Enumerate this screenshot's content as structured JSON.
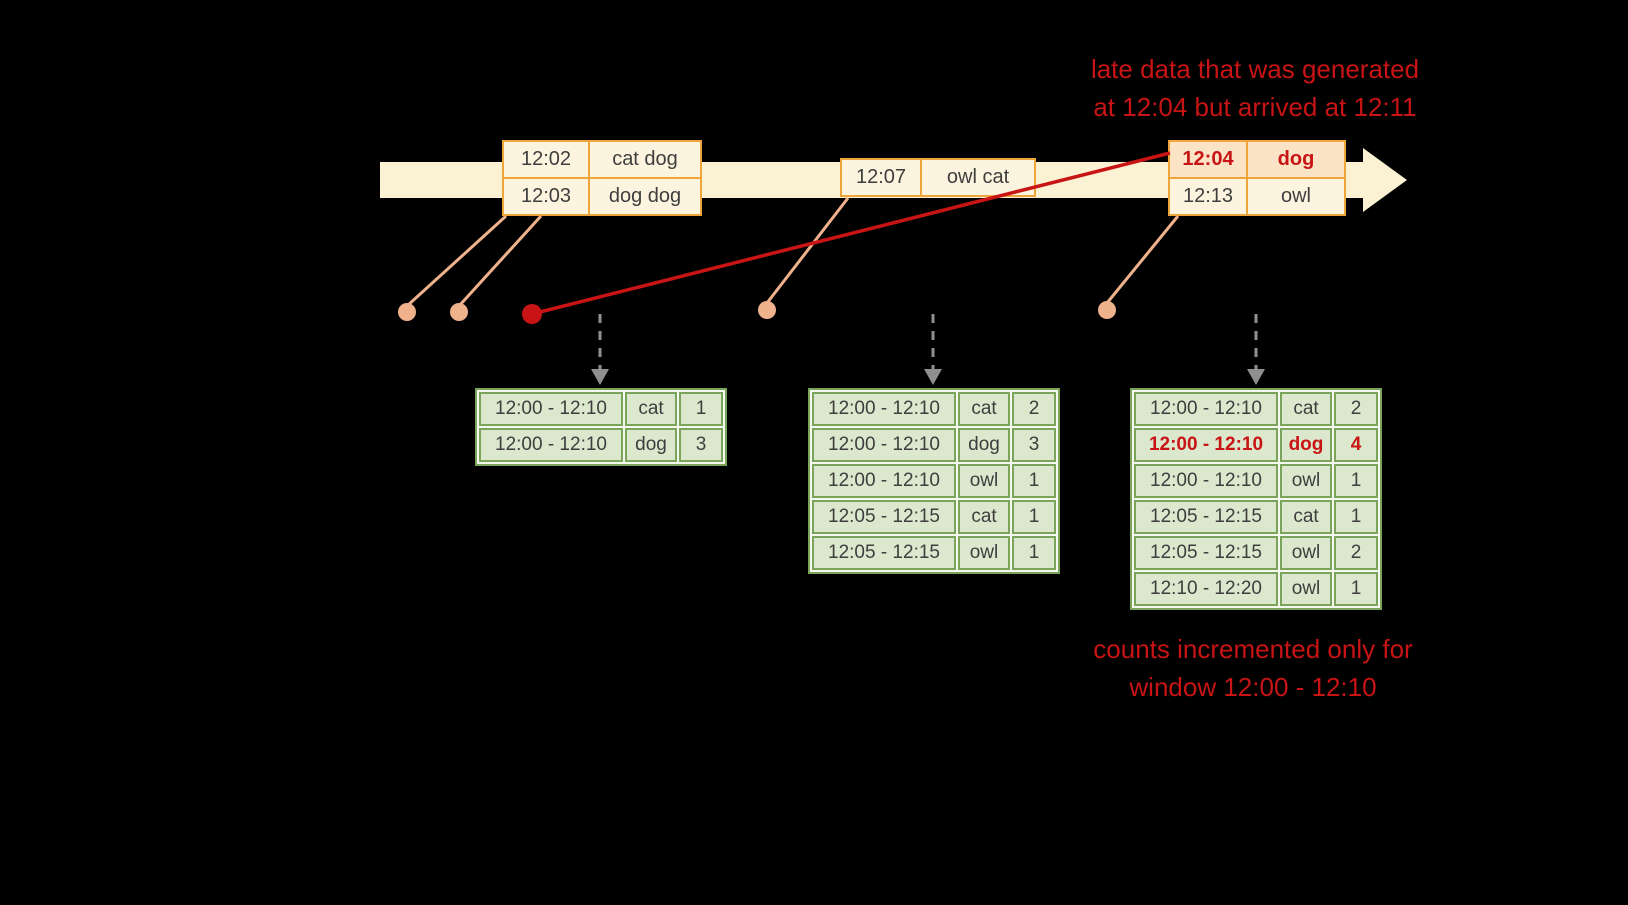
{
  "colors": {
    "background": "#000000",
    "timeline_arrow": "#fbf2d4",
    "event_border_orange": "#f0a53a",
    "event_fill": "#fdf4df",
    "late_event_fill": "#fbe4c6",
    "connector_salmon": "#efb28c",
    "accent_red": "#c81414",
    "table_border_green": "#7aa45a",
    "table_cell_green": "#dbe8cd",
    "dashed_arrow_gray": "#8f8f8f"
  },
  "annotations": {
    "late_data": {
      "line1": "late data that was generated",
      "line2": "at 12:04 but arrived at 12:11"
    },
    "counts": {
      "line1": "counts incremented only for",
      "line2": "window 12:00 - 12:10"
    }
  },
  "timeline": {
    "events": [
      {
        "rows": [
          {
            "time": "12:02",
            "words": "cat dog"
          },
          {
            "time": "12:03",
            "words": "dog dog"
          }
        ]
      },
      {
        "rows": [
          {
            "time": "12:07",
            "words": "owl cat"
          }
        ]
      },
      {
        "rows": [
          {
            "time": "12:04",
            "words": "dog"
          },
          {
            "time": "12:13",
            "words": "owl"
          }
        ]
      }
    ]
  },
  "result_tables": [
    {
      "rows": [
        {
          "window": "12:00 - 12:10",
          "word": "cat",
          "count": "1"
        },
        {
          "window": "12:00 - 12:10",
          "word": "dog",
          "count": "3"
        }
      ]
    },
    {
      "rows": [
        {
          "window": "12:00 - 12:10",
          "word": "cat",
          "count": "2"
        },
        {
          "window": "12:00 - 12:10",
          "word": "dog",
          "count": "3"
        },
        {
          "window": "12:00 - 12:10",
          "word": "owl",
          "count": "1"
        },
        {
          "window": "12:05 - 12:15",
          "word": "cat",
          "count": "1"
        },
        {
          "window": "12:05 - 12:15",
          "word": "owl",
          "count": "1"
        }
      ]
    },
    {
      "rows": [
        {
          "window": "12:00 - 12:10",
          "word": "cat",
          "count": "2"
        },
        {
          "window": "12:00 - 12:10",
          "word": "dog",
          "count": "4"
        },
        {
          "window": "12:00 - 12:10",
          "word": "owl",
          "count": "1"
        },
        {
          "window": "12:05 - 12:15",
          "word": "cat",
          "count": "1"
        },
        {
          "window": "12:05 - 12:15",
          "word": "owl",
          "count": "2"
        },
        {
          "window": "12:10 - 12:20",
          "word": "owl",
          "count": "1"
        }
      ]
    }
  ]
}
